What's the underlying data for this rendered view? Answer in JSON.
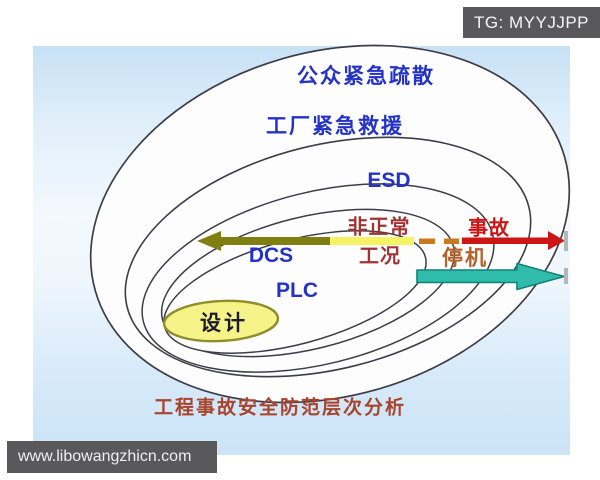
{
  "badge": {
    "text": "TG: MYYJJPP"
  },
  "watermark": {
    "text": "www.libowangzhicn.com"
  },
  "diagram": {
    "title": "工程事故安全防范层次分析",
    "layers": [
      {
        "label": "公众紧急疏散"
      },
      {
        "label": "工厂紧急救援"
      },
      {
        "label": "ESD"
      },
      {
        "label": "DCS"
      },
      {
        "label": "PLC"
      }
    ],
    "core": {
      "label": "设计"
    },
    "flow": {
      "abnormal_top": "非正常",
      "abnormal_bottom": "工况",
      "accident": "事故",
      "shutdown": "停机"
    }
  },
  "colors": {
    "label_blue": "#2433c6",
    "maroon_text": "#9e3434",
    "accident_red": "#cc1616",
    "shutdown_brown": "#b2622a",
    "title_red": "#a8432c",
    "olive_arrow": "#7f7f12",
    "yellow_shaft": "#f5f263",
    "dash_orange": "#c97a1e",
    "teal_arrow": "#2fbcab",
    "core_fill": "#f6f388",
    "core_stroke": "#8e8e2a",
    "badge_bg": "#59595b",
    "panel_sky": "#c7e1f5",
    "tick_gray": "#b3b7bb"
  }
}
